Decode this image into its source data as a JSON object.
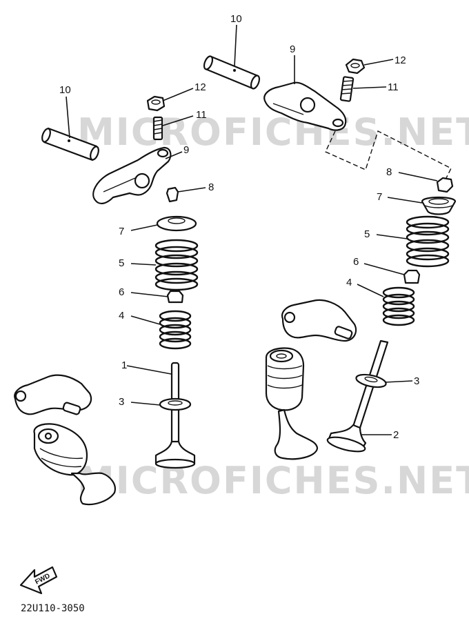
{
  "watermark": {
    "text": "MICROFICHES.NET"
  },
  "labels": {
    "l10_left": "10",
    "l12_left": "12",
    "l11_left": "11",
    "l9_left": "9",
    "l8_left": "8",
    "l7_left": "7",
    "l5_left": "5",
    "l6_left": "6",
    "l4_left": "4",
    "l1": "1",
    "l3_left": "3",
    "l10_right": "10",
    "l9_right": "9",
    "l12_right": "12",
    "l11_right": "11",
    "l8_right": "8",
    "l7_right": "7",
    "l5_right": "5",
    "l6_right": "6",
    "l4_right": "4",
    "l3_right": "3",
    "l2": "2"
  },
  "fwd_arrow": {
    "text": "FWD"
  },
  "diagram_code": "22U110-3050"
}
